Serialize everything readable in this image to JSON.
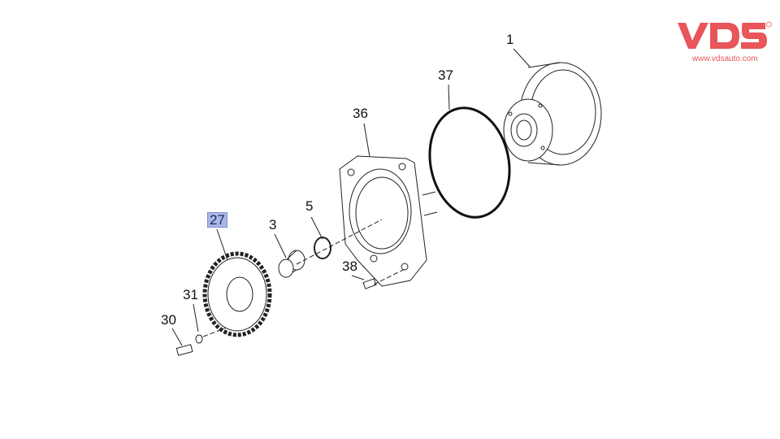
{
  "diagram": {
    "callouts": {
      "p1": "1",
      "p37": "37",
      "p36": "36",
      "p5": "5",
      "p3": "3",
      "p27": "27",
      "p38": "38",
      "p31": "31",
      "p30": "30"
    },
    "highlighted_part": "27"
  },
  "logo": {
    "brand": "VDS",
    "url": "www.vdsauto.com",
    "color": "#e8555a"
  }
}
